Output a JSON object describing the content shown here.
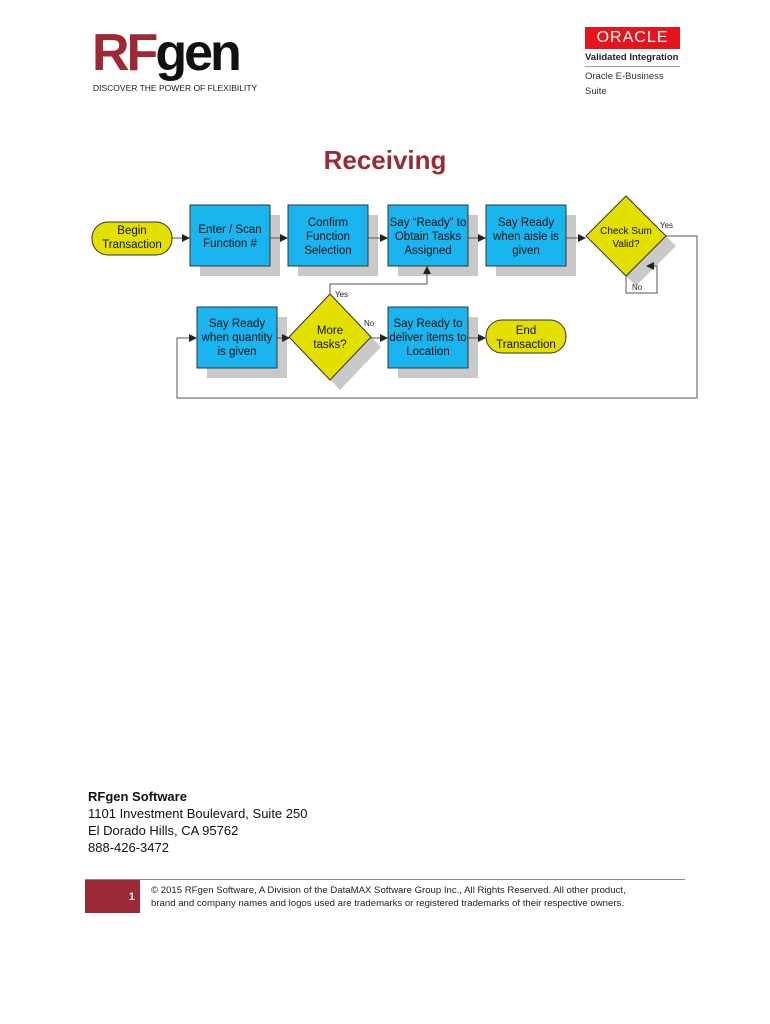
{
  "header": {
    "logo_text_rf": "RF",
    "logo_text_gen": "gen",
    "tagline": "DISCOVER THE POWER OF FLEXIBILITY",
    "oracle_logo": "ORACLE",
    "validated": "Validated Integration",
    "product": "Oracle E-Business Suite"
  },
  "title": "Receiving",
  "flowchart": {
    "begin": [
      "Begin",
      "Transaction"
    ],
    "step1": [
      "Enter / Scan",
      "Function #"
    ],
    "step2": [
      "Confirm",
      "Function",
      "Selection"
    ],
    "step3": [
      "Say “Ready” to",
      "Obtain Tasks",
      "Assigned"
    ],
    "step4": [
      "Say Ready",
      "when aisle is",
      "given"
    ],
    "decision1": [
      "Check Sum",
      "Valid?"
    ],
    "decision1_yes": "Yes",
    "decision1_no": "No",
    "step5": [
      "Say Ready",
      "when quantity",
      "is given"
    ],
    "decision2": [
      "More",
      "tasks?"
    ],
    "decision2_yes": "Yes",
    "decision2_no": "No",
    "step6": [
      "Say Ready to",
      "deliver items to",
      "Location"
    ],
    "end": [
      "End",
      "Transaction"
    ]
  },
  "address": {
    "company": "RFgen Software",
    "street": "1101 Investment Boulevard, Suite 250",
    "city": "El Dorado Hills, CA 95762",
    "phone": "888-426-3472"
  },
  "footer": {
    "page_number": "1",
    "copyright_line1": "© 2015 RFgen Software, A Division of the DataMAX Software Group Inc., All Rights Reserved.  All other product,",
    "copyright_line2": "brand and company names and logos used are trademarks or registered trademarks of their respective owners."
  },
  "colors": {
    "brand": "#9b2a35",
    "process": "#1ab4ee",
    "decision": "#e3e000",
    "oracle": "#e8141b"
  }
}
